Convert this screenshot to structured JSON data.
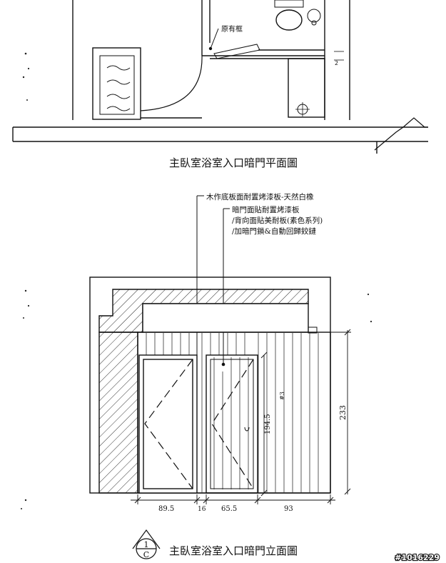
{
  "plan": {
    "title": "主臥室浴室入口暗門平面圖",
    "existing_frame_label": "原有框",
    "dim_small": "2"
  },
  "elevation": {
    "title": "主臥室浴室入口暗門立面圖",
    "notes": {
      "line1": "木作底板面耐置烤漆板-天然白橡",
      "line2": "暗門面貼耐置烤漆板",
      "line3": "/背向面貼美耐板(素色系列)",
      "line4": "/加暗門鎖&自動回歸鉸鏈"
    },
    "dims": {
      "d1": "89.5",
      "d2": "16",
      "d3": "65.5",
      "d4": "93",
      "height_total": "233",
      "door_height": "194.5",
      "lock_mark": "#3"
    },
    "symbol": {
      "number": "1",
      "letter": "C"
    }
  },
  "stamp": "#1016229"
}
